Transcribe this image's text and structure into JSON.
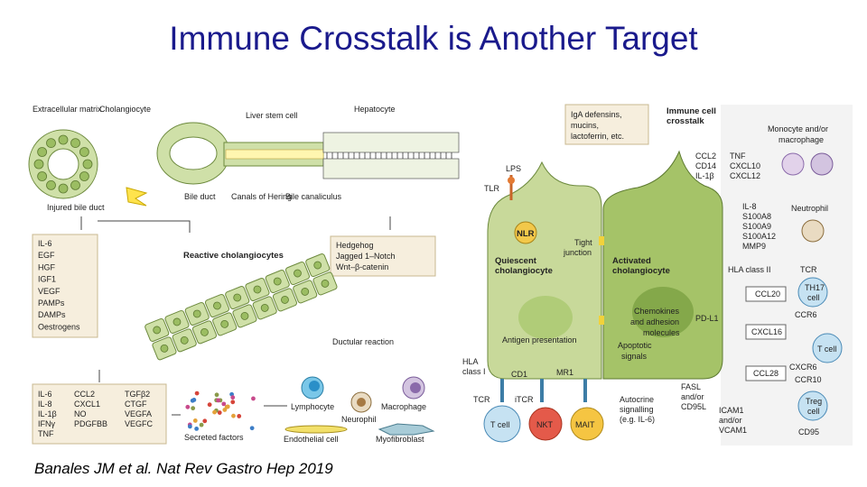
{
  "slide": {
    "title": "Immune Crosstalk is Another Target",
    "citation": "Banales JM et al. Nat Rev Gastro Hep 2019"
  },
  "left_panel": {
    "top_labels": [
      "Extracellular matrix",
      "Cholangiocyte",
      "Liver stem cell",
      "Hepatocyte"
    ],
    "injured": "Injured bile duct",
    "duct_labels": [
      "Bile duct",
      "Canals of Hering",
      "Bile canaliculus"
    ],
    "reactive_title": "Reactive cholangiocytes",
    "ductular": "Ductular reaction",
    "factors_box": [
      "IL-6",
      "EGF",
      "HGF",
      "IGF1",
      "VEGF",
      "PAMPs",
      "DAMPs",
      "Oestrogens"
    ],
    "signal_box": [
      "Hedgehog",
      "Jagged 1–Notch",
      "Wnt–β-catenin"
    ],
    "secreted_col1": [
      "IL-6",
      "IL-8",
      "IL-1β",
      "IFNγ",
      "TNF"
    ],
    "secreted_col2": [
      "CCL2",
      "CXCL1",
      "NO",
      "PDGFBB"
    ],
    "secreted_col3": [
      "TGFβ2",
      "CTGF",
      "VEGFA",
      "VEGFC"
    ],
    "secreted_factors": "Secreted factors",
    "cell_types": [
      "Lymphocyte",
      "Macrophage",
      "Neurophil",
      "Endothelial cell",
      "Myofibroblast"
    ]
  },
  "right_panel": {
    "iga_box": [
      "IgA defensins,",
      "mucins,",
      "lactoferrin, etc."
    ],
    "crosstalk_title": "Immune cell crosstalk",
    "ccl_col1": [
      "CCL2",
      "CD14",
      "IL-1β"
    ],
    "ccl_col2": [
      "TNF",
      "CXCL10",
      "CXCL12"
    ],
    "monocyte": "Monocyte and/or macrophage",
    "lps": "LPS",
    "tlr": "TLR",
    "nlr": "NLR",
    "tight_junction": "Tight junction",
    "quiescent": "Quiescent cholangiocyte",
    "activated": "Activated cholangiocyte",
    "il8_list": [
      "IL-8",
      "S100A8",
      "S100A9",
      "S100A12",
      "MMP9"
    ],
    "neutrophil": "Neutrophil",
    "hla_class2": "HLA class II",
    "tcr_right": "TCR",
    "th17": "TH17 cell",
    "ccl20": "CCL20",
    "ccr6": "CCR6",
    "chemokines": "Chemokines and adhesion molecules",
    "pdl1": "PD-L1",
    "cxcl16": "CXCL16",
    "tcell_right": "T cell",
    "antigen": "Antigen presentation",
    "apoptotic": "Apoptotic signals",
    "cxcr6": "CXCR6",
    "ccr10": "CCR10",
    "ccl28": "CCL28",
    "hla_class1": "HLA class I",
    "cd1": "CD1",
    "mr1": "MR1",
    "tcr_left": "TCR",
    "itcr": "iTCR",
    "autocrine": "Autocrine signalling (e.g. IL-6)",
    "fasl": "FASL and/or CD95L",
    "icam": "ICAM1 and/or VCAM1",
    "treg": "Treg cell",
    "cd95": "CD95",
    "bottom_cells": [
      "T cell",
      "NKT",
      "MAIT"
    ]
  }
}
